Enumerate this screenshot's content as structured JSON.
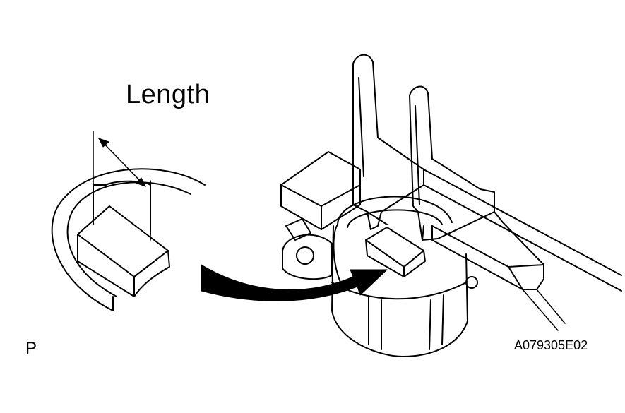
{
  "labels": {
    "dimension": "Length",
    "view_marker": "P",
    "figure_code": "A079305E02"
  },
  "colors": {
    "line": "#000000",
    "background": "#ffffff"
  }
}
